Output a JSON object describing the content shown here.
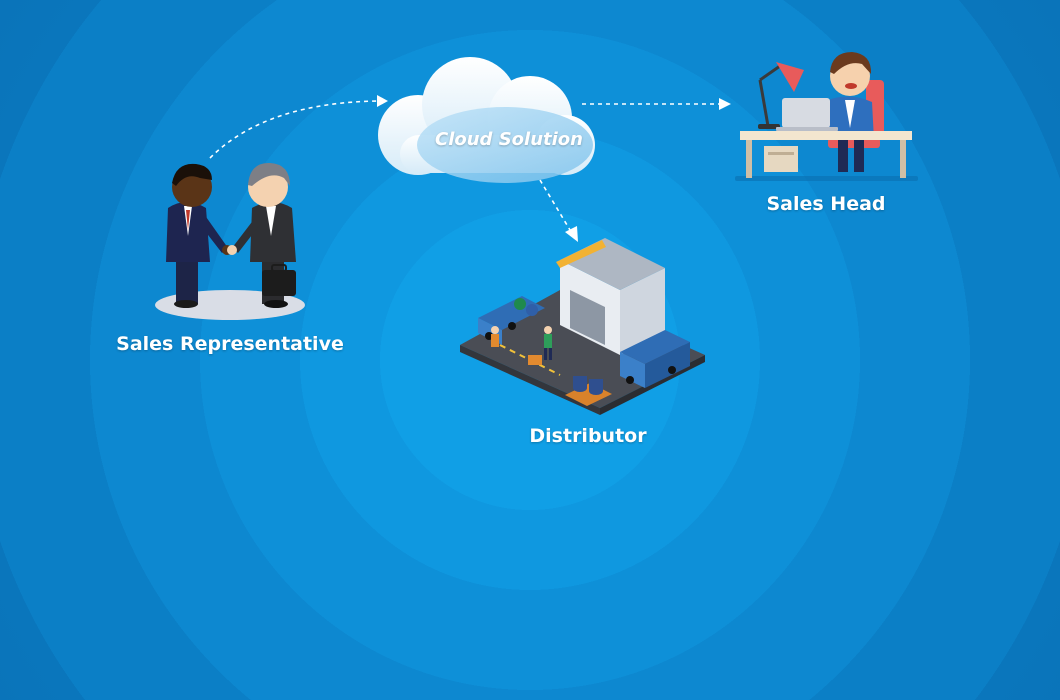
{
  "nodes": {
    "cloud": {
      "label": "Cloud Solution"
    },
    "sales_representative": {
      "label": "Sales Representative"
    },
    "sales_head": {
      "label": "Sales Head"
    },
    "distributor": {
      "label": "Distributor"
    }
  },
  "edges": [
    {
      "from": "sales_representative",
      "to": "cloud"
    },
    {
      "from": "cloud",
      "to": "sales_head"
    },
    {
      "from": "cloud",
      "to": "distributor"
    }
  ],
  "colors": {
    "background": "#0c8bd3",
    "cloud": "#ffffff",
    "arrow": "#ffffff",
    "desk_chair": "#e85b5b",
    "warehouse_roof": "#f2b233",
    "truck": "#2f6db5"
  },
  "icons": [
    "handshake-icon",
    "cloud-icon",
    "office-desk-icon",
    "warehouse-icon"
  ]
}
